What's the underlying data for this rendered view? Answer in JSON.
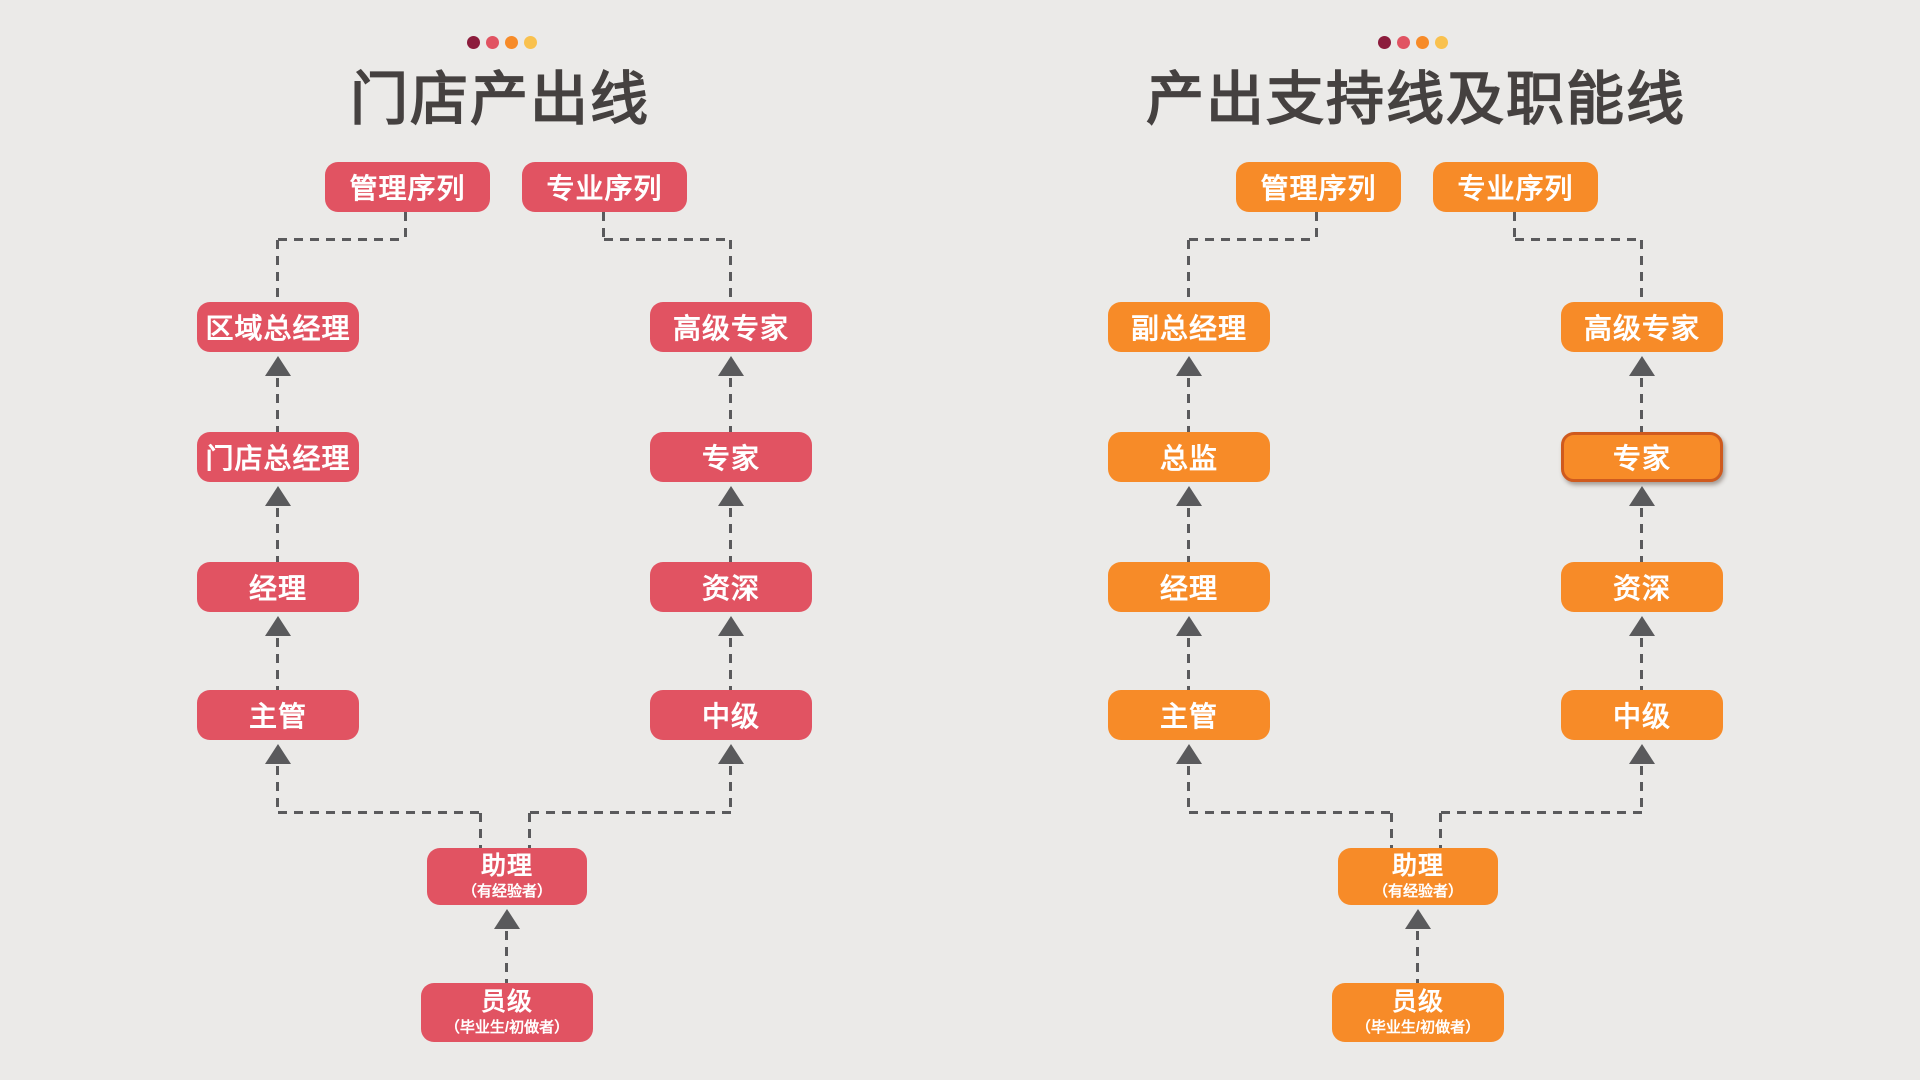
{
  "background_color": "#ebeae8",
  "connector_color": "#5a5a5c",
  "title_color": "#454140",
  "decoration_dot_colors": [
    "#8c1c3c",
    "#e15362",
    "#f78b28",
    "#f9c14e"
  ],
  "diagrams": [
    {
      "title": "门店产出线",
      "theme_color": "#e15362",
      "sequences": [
        {
          "header": "管理序列",
          "levels": [
            "区域总经理",
            "门店总经理",
            "经理",
            "主管"
          ]
        },
        {
          "header": "专业序列",
          "levels": [
            "高级专家",
            "专家",
            "资深",
            "中级"
          ]
        }
      ],
      "shared_levels": [
        {
          "label": "助理",
          "note": "（有经验者）"
        },
        {
          "label": "员级",
          "note": "（毕业生/初做者）"
        }
      ]
    },
    {
      "title": "产出支持线及职能线",
      "theme_color": "#f78b28",
      "highlighted_level": "专家",
      "highlight_border_color": "#cf5a1e",
      "sequences": [
        {
          "header": "管理序列",
          "levels": [
            "副总经理",
            "总监",
            "经理",
            "主管"
          ]
        },
        {
          "header": "专业序列",
          "levels": [
            "高级专家",
            "专家",
            "资深",
            "中级"
          ]
        }
      ],
      "shared_levels": [
        {
          "label": "助理",
          "note": "（有经验者）"
        },
        {
          "label": "员级",
          "note": "（毕业生/初做者）"
        }
      ]
    }
  ]
}
